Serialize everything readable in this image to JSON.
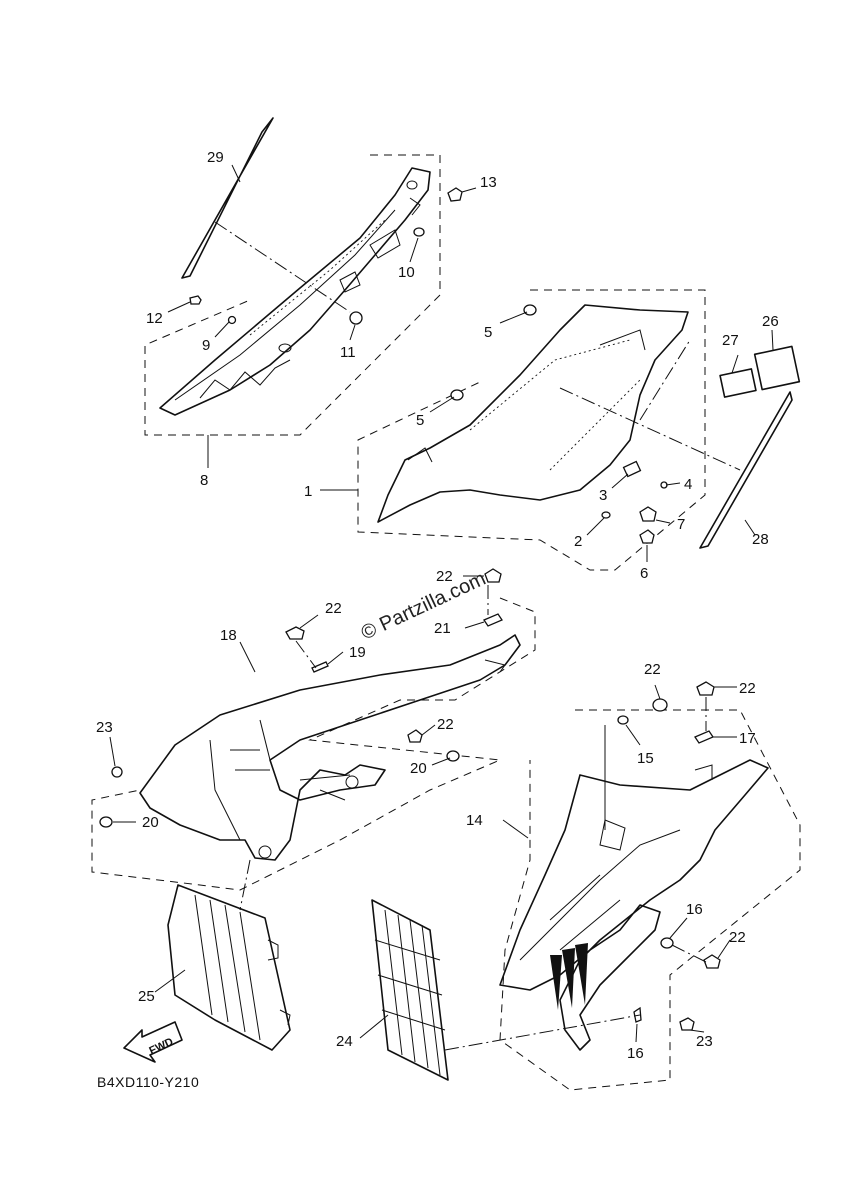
{
  "diagram_code": "B4XD110-Y210",
  "watermark": "© Partzilla.com",
  "fwd_label": "FWD",
  "callouts": {
    "c1": "1",
    "c2": "2",
    "c3": "3",
    "c4": "4",
    "c5a": "5",
    "c5b": "5",
    "c6": "6",
    "c7": "7",
    "c8": "8",
    "c9": "9",
    "c10": "10",
    "c11": "11",
    "c12": "12",
    "c13": "13",
    "c14": "14",
    "c15": "15",
    "c16a": "16",
    "c16b": "16",
    "c17": "17",
    "c18": "18",
    "c19": "19",
    "c20a": "20",
    "c20b": "20",
    "c21": "21",
    "c22a": "22",
    "c22b": "22",
    "c22c": "22",
    "c22d": "22",
    "c22e": "22",
    "c22f": "22",
    "c23a": "23",
    "c23b": "23",
    "c24": "24",
    "c25": "25",
    "c26": "26",
    "c27": "27",
    "c28": "28",
    "c29": "29"
  }
}
